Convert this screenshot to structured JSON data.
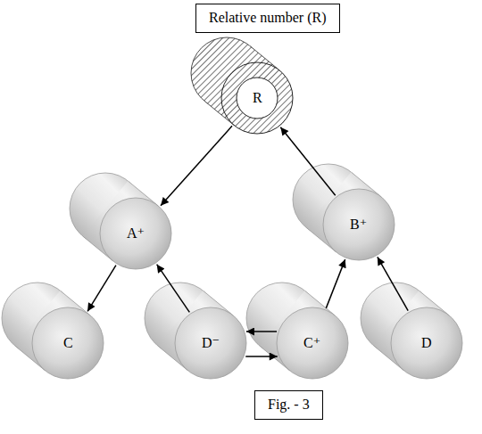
{
  "diagram": {
    "title": "Relative number (R)",
    "caption": "Fig. - 3",
    "nodes": [
      {
        "text": [
          "R"
        ]
      },
      {
        "text": [
          "A⁺"
        ]
      },
      {
        "text": [
          "B⁺"
        ]
      },
      {
        "text": [
          "C"
        ]
      },
      {
        "text": [
          "D⁻"
        ]
      },
      {
        "text": [
          "C⁺"
        ]
      },
      {
        "text": [
          "D"
        ]
      }
    ],
    "edges": [
      {
        "from": 0,
        "to": 1,
        "arrow": "to"
      },
      {
        "from": 2,
        "to": 0,
        "arrow": "to"
      },
      {
        "from": 1,
        "to": 3,
        "arrow": "to"
      },
      {
        "from": 4,
        "to": 1,
        "arrow": "to"
      },
      {
        "from": 5,
        "to": 4,
        "arrow": "to"
      },
      {
        "from": 4,
        "to": 5,
        "arrow": "to"
      },
      {
        "from": 5,
        "to": 2,
        "arrow": "to"
      },
      {
        "from": 6,
        "to": 2,
        "arrow": "to"
      }
    ]
  }
}
